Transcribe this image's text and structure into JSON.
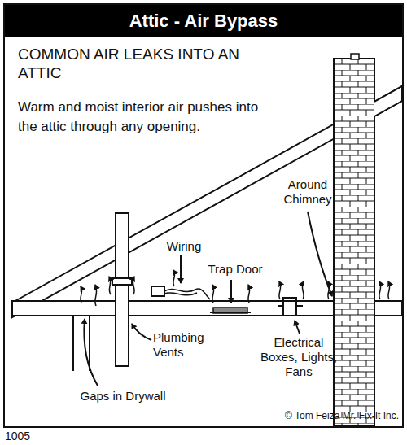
{
  "diagram": {
    "title": "Attic - Air Bypass",
    "labels": [
      "COMMON AIR LEAKS INTO AN ATTIC",
      "Warm and moist interior air pushes into the attic through any opening.",
      "Around Chimney",
      "Wiring",
      "Trap Door",
      "Plumbing Vents",
      "Electrical Boxes, Lights, Fans",
      "Gaps in Drywall",
      "© Tom Feiza Mr. Fix-It Inc.",
      "1005"
    ]
  }
}
